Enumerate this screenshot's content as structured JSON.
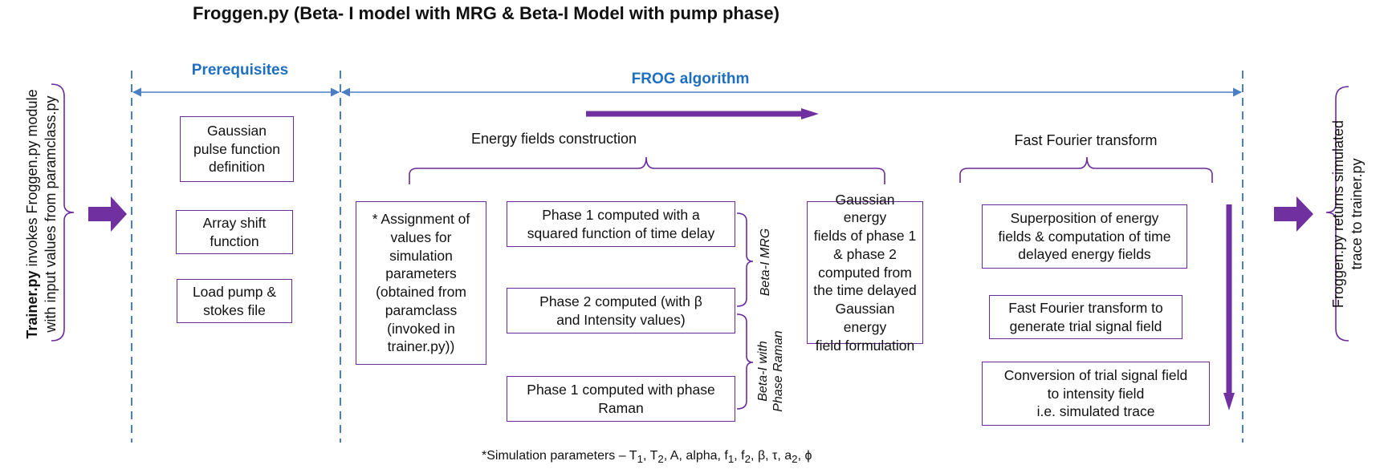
{
  "title": "Froggen.py (Beta- I model with MRG & Beta-I Model with pump phase)",
  "sections": {
    "prerequisites": "Prerequisites",
    "frog": "FROG algorithm"
  },
  "left_note": {
    "bold": "Trainer.py",
    "line1_rest": " invokes Froggen.py module",
    "line2": "with input values from paramclass.py"
  },
  "right_note": {
    "line1": "Froggen.py returns simulated",
    "line2": "trace to trainer.py"
  },
  "prereq_boxes": [
    "Gaussian\npulse function\ndefinition",
    "Array shift\nfunction",
    "Load pump &\nstokes file"
  ],
  "groups": {
    "energy": "Energy fields construction",
    "fft": "Fast Fourier transform"
  },
  "assign_box": "* Assignment of\nvalues for\nsimulation\nparameters\n(obtained from\nparamclass\n(invoked in\ntrainer.py))",
  "phase_boxes": [
    "Phase 1 computed with a\nsquared function of time delay",
    "Phase 2 computed (with β\nand Intensity values)",
    "Phase 1 computed with phase\nRaman"
  ],
  "models": {
    "mrg": "Beta-I MRG",
    "raman_line1": "Beta-I with",
    "raman_line2": "Phase Raman"
  },
  "gaussian_box": "Gaussian energy\nfields of phase 1\n& phase 2\ncomputed from\nthe time delayed\nGaussian energy\nfield formulation",
  "fft_boxes": [
    "Superposition of energy\nfields & computation of time\ndelayed energy fields",
    "Fast Fourier transform to\ngenerate trial signal field",
    "Conversion of trial signal field\nto intensity field\ni.e. simulated trace"
  ],
  "footnote": {
    "prefix": "*Simulation parameters – T",
    "s1": "1",
    "p2": ", T",
    "s2": "2",
    "p3": ",  A, alpha, f",
    "s3": "1",
    "p4": ", f",
    "s4": "2",
    "p5": ", β, τ, a",
    "s5": "2",
    "p6": ", ϕ"
  },
  "colors": {
    "blue": "#1f6fc0",
    "purple": "#6a2a9a",
    "arrow_purple": "#7030a0"
  }
}
